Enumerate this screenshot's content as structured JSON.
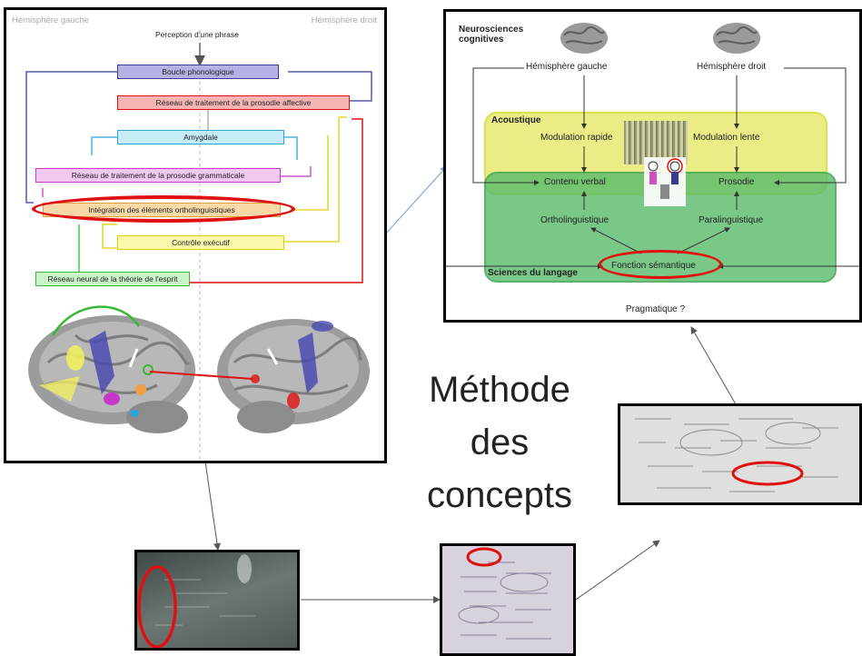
{
  "left_diagram": {
    "hemisphere_left": "Hémisphère gauche",
    "hemisphere_right": "Hémisphère droit",
    "perception": "Perception d'une phrase",
    "boxes": {
      "boucle": "Boucle phonologique",
      "prosodie_affective": "Réseau de traitement de la prosodie affective",
      "amygdale": "Amygdale",
      "prosodie_grammaticale": "Réseau de traitement de la prosodie grammaticale",
      "integration": "Intégration des éléments ortholinguistiques",
      "controle": "Contrôle exécutif",
      "theorie_esprit": "Réseau neural de la théorie de l'esprit"
    }
  },
  "right_diagram": {
    "title_line1": "Neurosciences",
    "title_line2": "cognitives",
    "hemisphere_left": "Hémisphère gauche",
    "hemisphere_right": "Hémisphère droit",
    "acoustique": "Acoustique",
    "modulation_rapide": "Modulation rapide",
    "modulation_lente": "Modulation lente",
    "contenu_verbal": "Contenu verbal",
    "prosodie": "Prosodie",
    "ortholinguistique": "Ortholinguistique",
    "paralinguistique": "Paralinguistique",
    "fonction_semantique": "Fonction sémantique",
    "sciences_langage": "Sciences du langage",
    "pragmatique": "Pragmatique ?"
  },
  "center_title": {
    "line1": "Méthode",
    "line2": "des",
    "line3": "concepts"
  },
  "colors": {
    "accent_red": "#e01010",
    "yellow_zone": "#e9ea7a",
    "green_zone": "#58bb6a"
  }
}
